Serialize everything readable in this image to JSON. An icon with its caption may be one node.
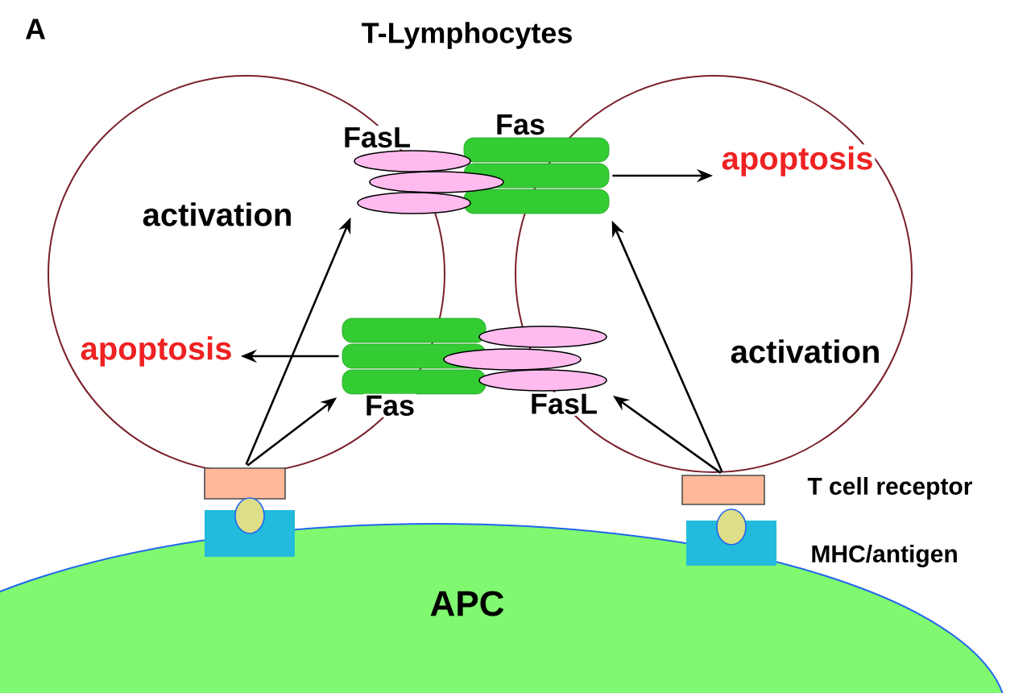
{
  "diagram": {
    "title": "T-Lymphocytes",
    "nodes": [
      {
        "text": [],
        "shape": "circle"
      },
      {
        "text": [
          "activation"
        ],
        "in": 0
      },
      {
        "text": [
          "apoptosis"
        ],
        "in": 0
      },
      {
        "text": [],
        "shape": "circle"
      },
      {
        "text": [
          "apoptosis"
        ],
        "in": 3
      },
      {
        "text": [
          "activation"
        ],
        "in": 3
      },
      {
        "text": [
          "FasL"
        ]
      },
      {
        "text": [
          "Fas"
        ]
      },
      {
        "text": [
          "Fas"
        ]
      },
      {
        "text": [
          "FasL"
        ]
      },
      {
        "text": [],
        "shape": "box"
      },
      {
        "text": [],
        "shape": "box"
      },
      {
        "text": [],
        "shape": "box"
      },
      {
        "text": [],
        "shape": "box"
      },
      {
        "text": [
          "APC"
        ]
      }
    ],
    "edges": [
      {
        "from": 10,
        "to": 6,
        "arrow": "to"
      },
      {
        "from": 10,
        "to": 8,
        "arrow": "to"
      },
      {
        "from": 8,
        "to": 2,
        "arrow": "to"
      },
      {
        "from": 11,
        "to": 7,
        "arrow": "to"
      },
      {
        "from": 11,
        "to": 9,
        "arrow": "to"
      },
      {
        "from": 7,
        "to": 4,
        "arrow": "to"
      }
    ],
    "labels": [
      "A",
      "T cell receptor",
      "MHC/antigen"
    ]
  }
}
